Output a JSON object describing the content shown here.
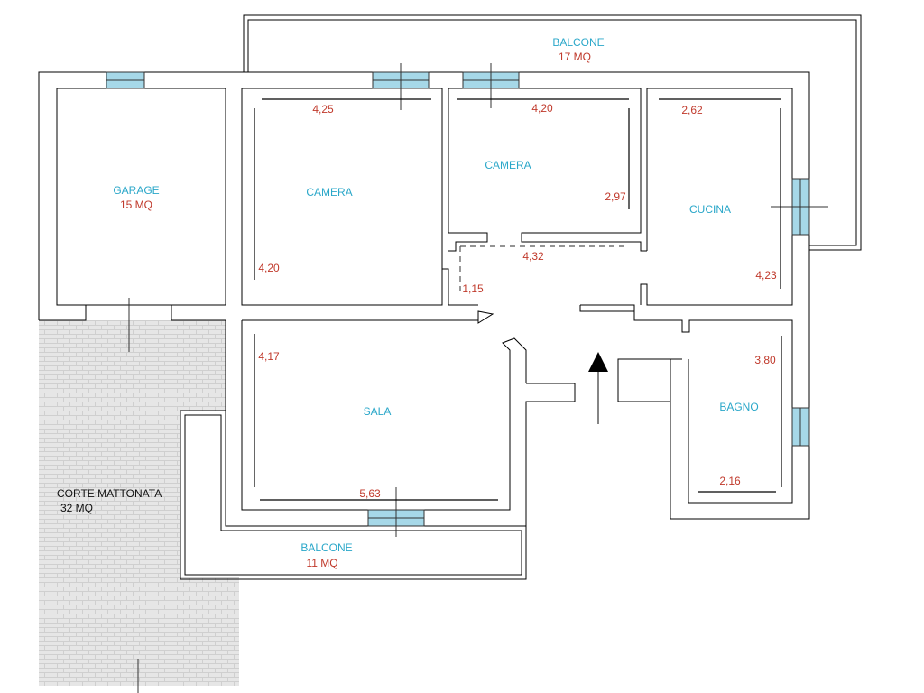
{
  "colors": {
    "room_label": "#2aa7c9",
    "dimension": "#c0392b",
    "area_black": "#111111",
    "wall": "#000000",
    "window_fill": "#a6d8e8",
    "courtyard": "#e4e4e4"
  },
  "rooms": {
    "balcone_top": {
      "name": "BALCONE",
      "area": "17 MQ"
    },
    "garage": {
      "name": "GARAGE",
      "area": "15 MQ"
    },
    "camera_1": {
      "name": "CAMERA"
    },
    "camera_2": {
      "name": "CAMERA"
    },
    "cucina": {
      "name": "CUCINA"
    },
    "sala": {
      "name": "SALA"
    },
    "bagno": {
      "name": "BAGNO"
    },
    "balcone_bottom": {
      "name": "BALCONE",
      "area": "11 MQ"
    },
    "corte": {
      "name": "CORTE MATTONATA",
      "area": "32 MQ"
    }
  },
  "dimensions": {
    "camera_1_width": "4,25",
    "camera_1_height": "4,20",
    "camera_2_width": "4,20",
    "camera_2_height": "2,97",
    "cucina_width": "2,62",
    "cucina_height": "4,23",
    "corridor_length": "4,32",
    "corridor_width": "1,15",
    "sala_height": "4,17",
    "sala_width": "5,63",
    "bagno_height": "3,80",
    "bagno_width": "2,16"
  }
}
